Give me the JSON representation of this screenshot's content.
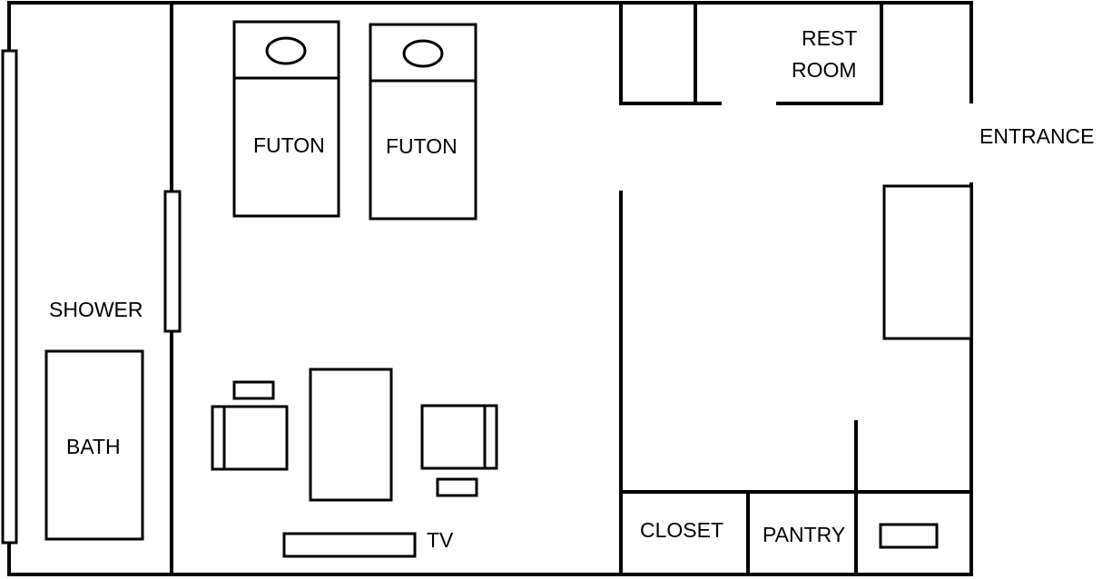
{
  "labels": {
    "shower": "SHOWER",
    "bath": "BATH",
    "futon_1": "FUTON",
    "futon_2": "FUTON",
    "tv": "TV",
    "rest_room_line1": "REST",
    "rest_room_line2": "ROOM",
    "entrance": "ENTRANCE",
    "closet": "CLOSET",
    "pantry": "PANTRY"
  }
}
